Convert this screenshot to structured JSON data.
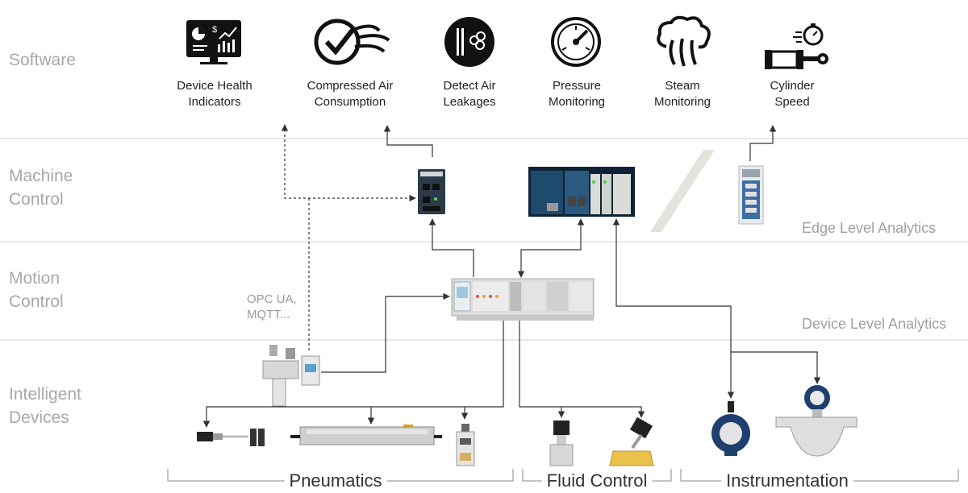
{
  "layers": [
    {
      "line1": "Software",
      "line2": ""
    },
    {
      "line1": "Machine",
      "line2": "Control"
    },
    {
      "line1": "Motion",
      "line2": "Control"
    },
    {
      "line1": "Intelligent",
      "line2": "Devices"
    }
  ],
  "software_apps": [
    {
      "line1": "Device Health",
      "line2": "Indicators",
      "icon": "monitor-chart-icon"
    },
    {
      "line1": "Compressed Air",
      "line2": "Consumption",
      "icon": "check-wind-icon"
    },
    {
      "line1": "Detect Air",
      "line2": "Leakages",
      "icon": "leak-icon"
    },
    {
      "line1": "Pressure",
      "line2": "Monitoring",
      "icon": "gauge-icon"
    },
    {
      "line1": "Steam",
      "line2": "Monitoring",
      "icon": "steam-icon"
    },
    {
      "line1": "Cylinder",
      "line2": "Speed",
      "icon": "cylinder-stopwatch-icon"
    }
  ],
  "analytics": {
    "edge": "Edge Level Analytics",
    "device": "Device Level Analytics"
  },
  "protocols": {
    "line1": "OPC UA,",
    "line2": "MQTT..."
  },
  "groups": {
    "pneumatics": "Pneumatics",
    "fluid": "Fluid Control",
    "instrumentation": "Instrumentation"
  },
  "colors": {
    "layer_text": "#a8a8a8",
    "divider": "#d0d0d0",
    "line": "#333333",
    "device_blue": "#1f3f6e",
    "valve_yellow": "#e8c24a"
  }
}
